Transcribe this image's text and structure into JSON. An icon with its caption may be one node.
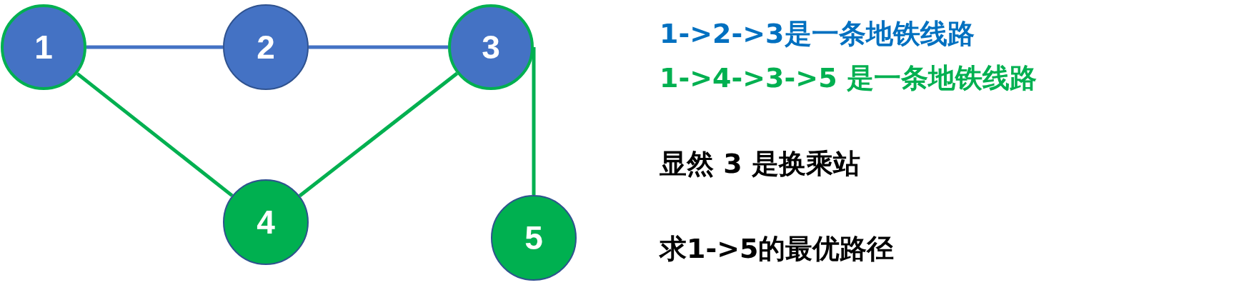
{
  "diagram": {
    "nodes": [
      {
        "text": [
          "1"
        ]
      },
      {
        "text": [
          "2"
        ]
      },
      {
        "text": [
          "3"
        ]
      },
      {
        "text": [
          "4"
        ]
      },
      {
        "text": [
          "5"
        ]
      }
    ],
    "edges": [
      {
        "from": 0,
        "to": 1,
        "arrow": "none",
        "color": "#4472c4"
      },
      {
        "from": 1,
        "to": 2,
        "arrow": "none",
        "color": "#4472c4"
      },
      {
        "from": 0,
        "to": 3,
        "arrow": "none"
      },
      {
        "from": 3,
        "to": 2,
        "arrow": "none"
      },
      {
        "from": 2,
        "to": 4,
        "arrow": "none"
      }
    ],
    "labels": [
      "1->2->3是一条地铁线路",
      "1->4->3->5 是一条地铁线路",
      "显然 3 是换乘站",
      "求1->5的最优路径"
    ]
  }
}
